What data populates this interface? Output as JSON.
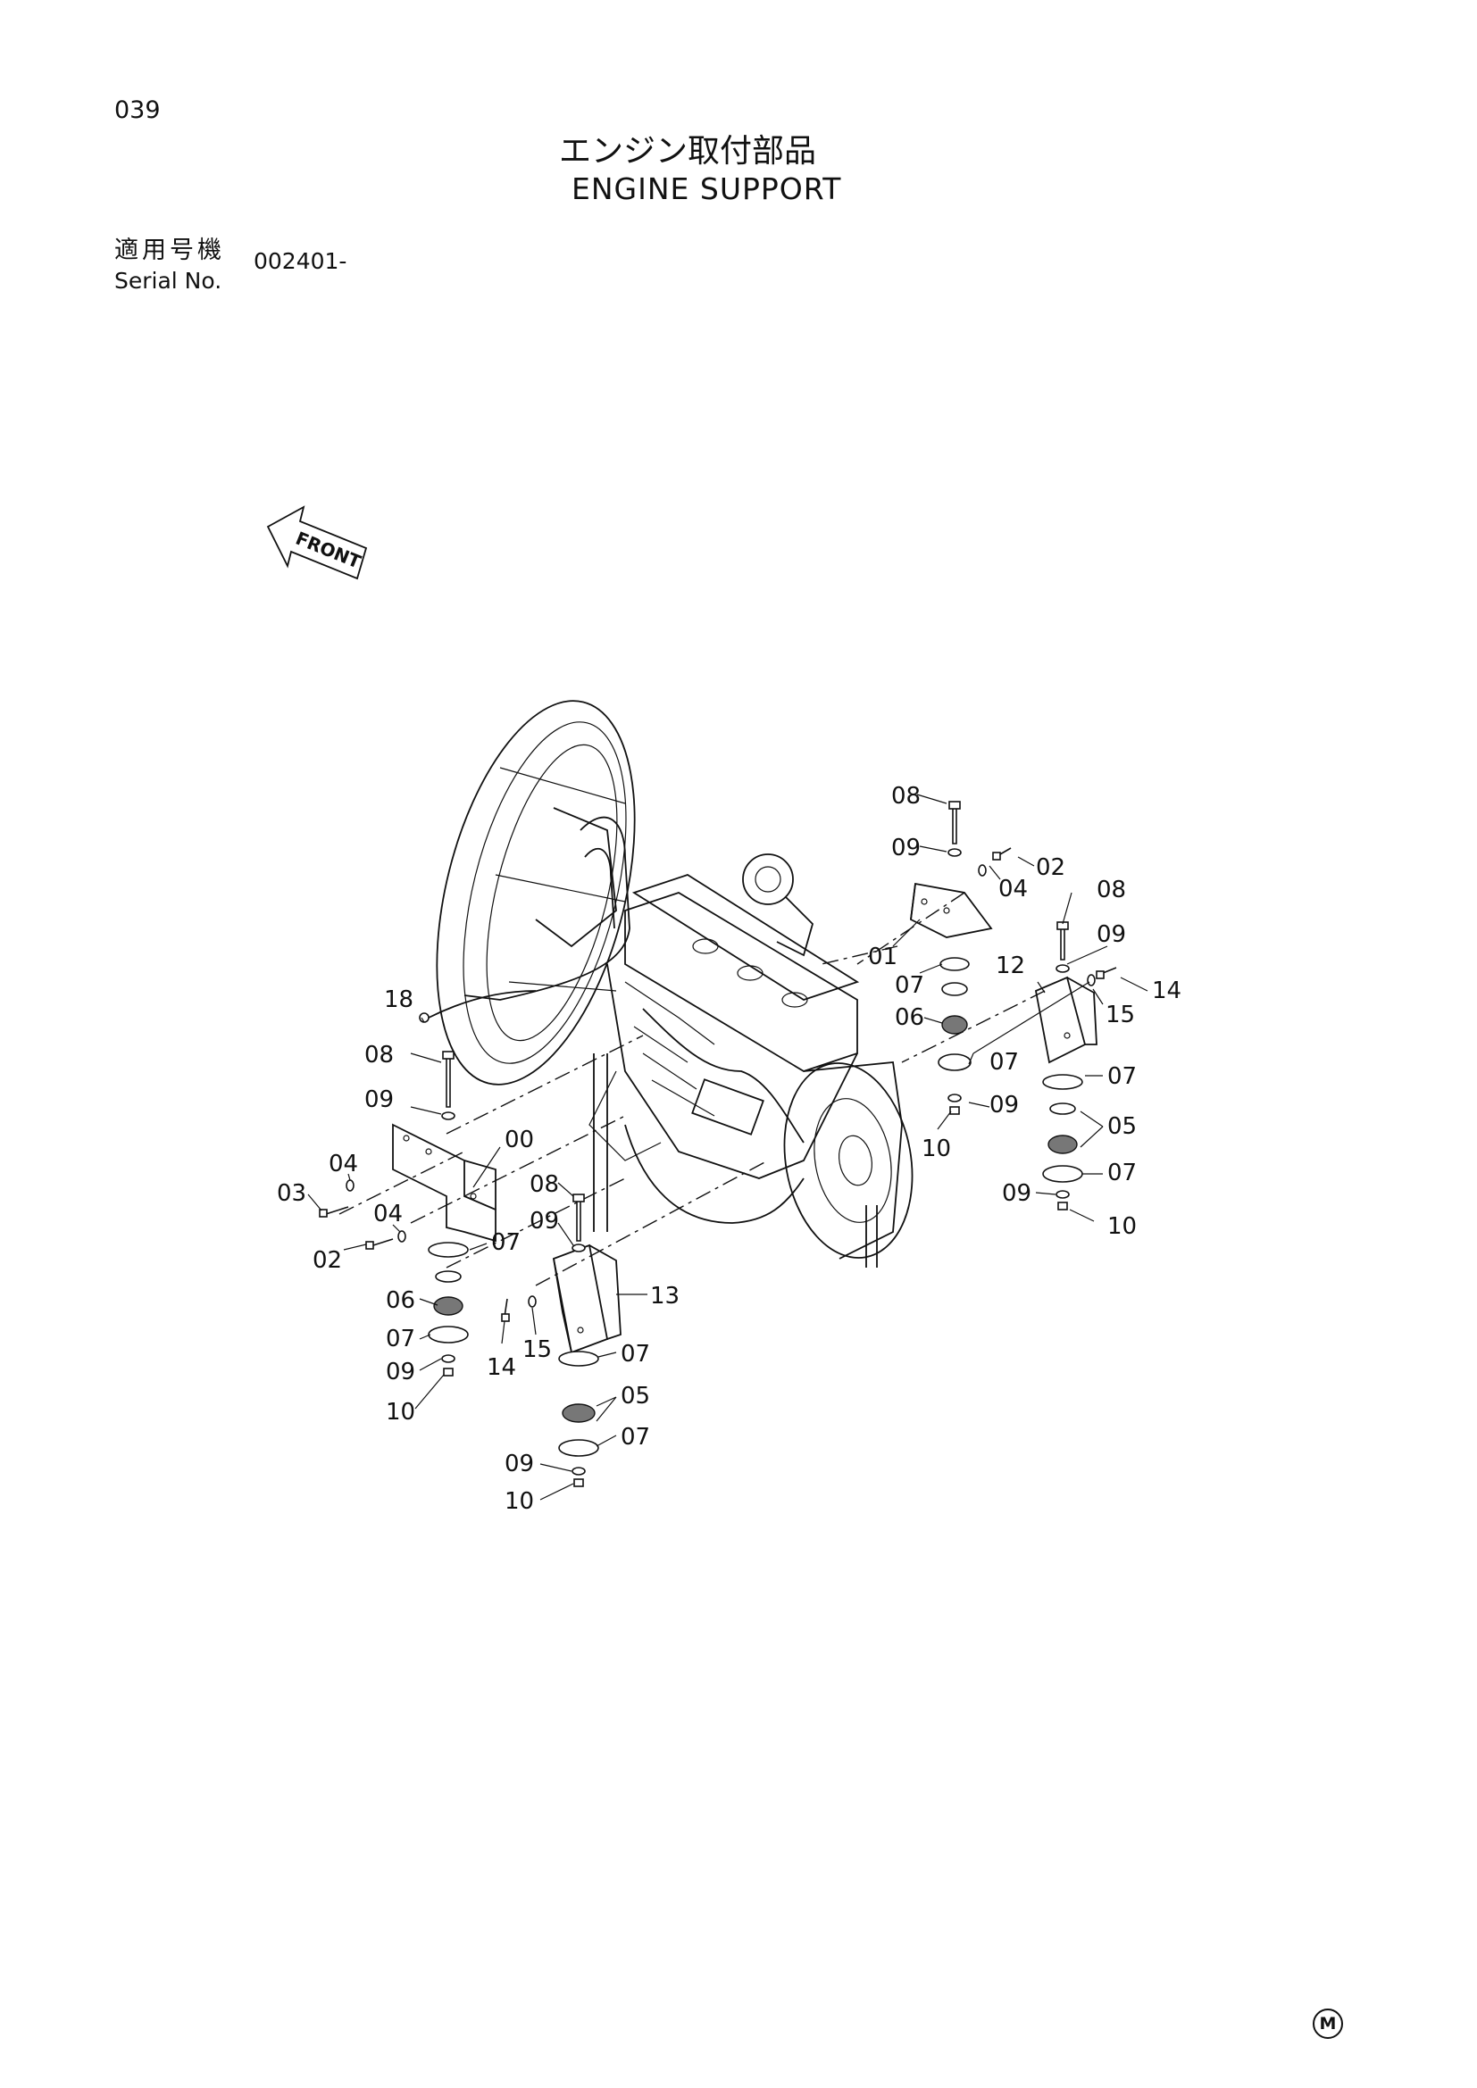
{
  "header": {
    "page_number": "039",
    "title_jp": "エンジン取付部品",
    "title_en": "ENGINE SUPPORT",
    "serial_label_jp": "適用号機",
    "serial_label_en": "Serial No.",
    "serial_value": "002401-"
  },
  "diagram": {
    "front_label": "FRONT",
    "callouts": [
      "00",
      "01",
      "02",
      "02",
      "03",
      "04",
      "04",
      "04",
      "05",
      "05",
      "06",
      "06",
      "07",
      "07",
      "07",
      "07",
      "07",
      "07",
      "07",
      "07",
      "08",
      "08",
      "08",
      "08",
      "09",
      "09",
      "09",
      "09",
      "09",
      "09",
      "09",
      "09",
      "10",
      "10",
      "10",
      "10",
      "12",
      "13",
      "14",
      "14",
      "15",
      "15",
      "18"
    ]
  },
  "footer": {
    "mark": "M"
  }
}
